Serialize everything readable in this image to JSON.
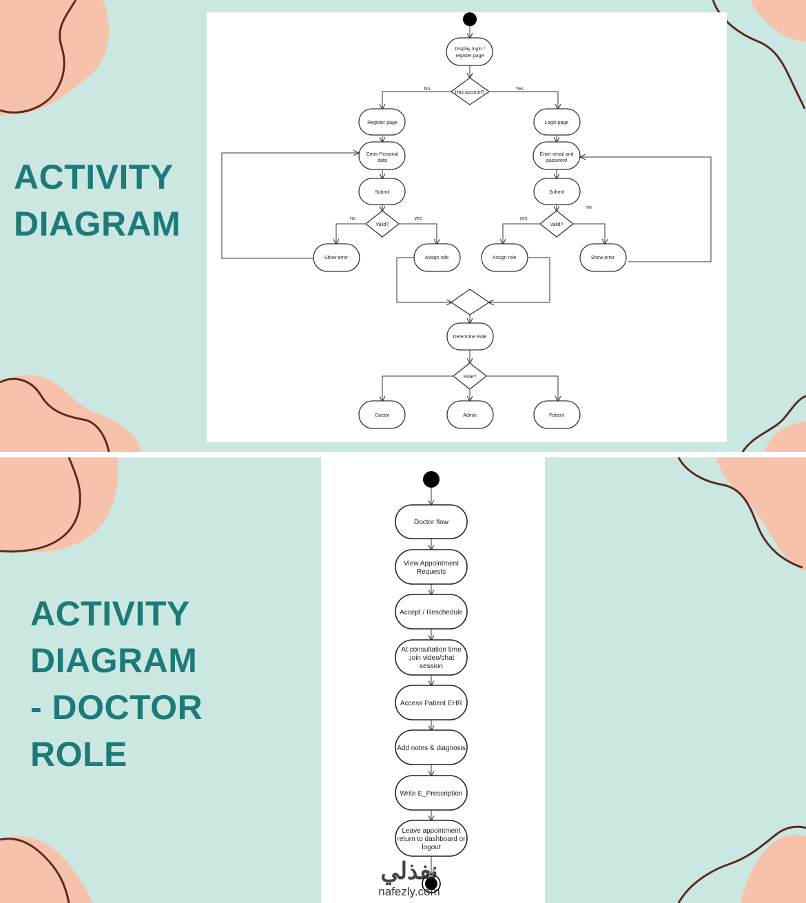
{
  "slides": [
    {
      "title_lines": [
        "ACTIVITY",
        "DIAGRAM"
      ],
      "diagram": {
        "nodes": {
          "display_login": [
            "Display login /",
            "register page"
          ],
          "has_account": "Has account?",
          "register_page": "Register page",
          "login_page": "Login page",
          "enter_personal": [
            "Enter Personal",
            "data"
          ],
          "enter_email": [
            "Enter email and",
            "password"
          ],
          "submit_left": "Submit",
          "submit_right": "Submit",
          "valid_left": "Valid?",
          "valid_right": "Valid?",
          "show_error_left": "Show error",
          "assign_role_left": "Assign role",
          "assign_role_right": "Assign role",
          "show_error_right": "Show error",
          "determine_role": "Determine Role",
          "role": "Role?",
          "doctor": "Doctor",
          "admin": "Admin",
          "patient": "Patient"
        },
        "edge_labels": {
          "no_upper": "No",
          "yes_upper": "Yes",
          "no_left": "no",
          "yes_left": "yes",
          "yes_right": "yes",
          "no_right": "no"
        }
      }
    },
    {
      "title_lines": [
        "ACTIVITY",
        "DIAGRAM",
        "- DOCTOR",
        "ROLE"
      ],
      "diagram": {
        "steps": [
          [
            "Doctor flow"
          ],
          [
            "View Appointment",
            "Requests"
          ],
          [
            "Accept / Reschedule"
          ],
          [
            "At consultation time",
            ":join video/chat",
            "session"
          ],
          [
            "Access Patient EHR"
          ],
          [
            "Add notes & diagnosis"
          ],
          [
            "Write E_Prescription"
          ],
          [
            "Leave appointment",
            "return to dashboard or",
            "logout"
          ]
        ]
      }
    }
  ],
  "watermark": {
    "arabic": "نفذلي",
    "latin": "nafezly.com"
  },
  "colors": {
    "background": "#cbe7e2",
    "title": "#1d7a78",
    "blob": "#f7c2ac",
    "squiggle": "#5a2a1c"
  }
}
